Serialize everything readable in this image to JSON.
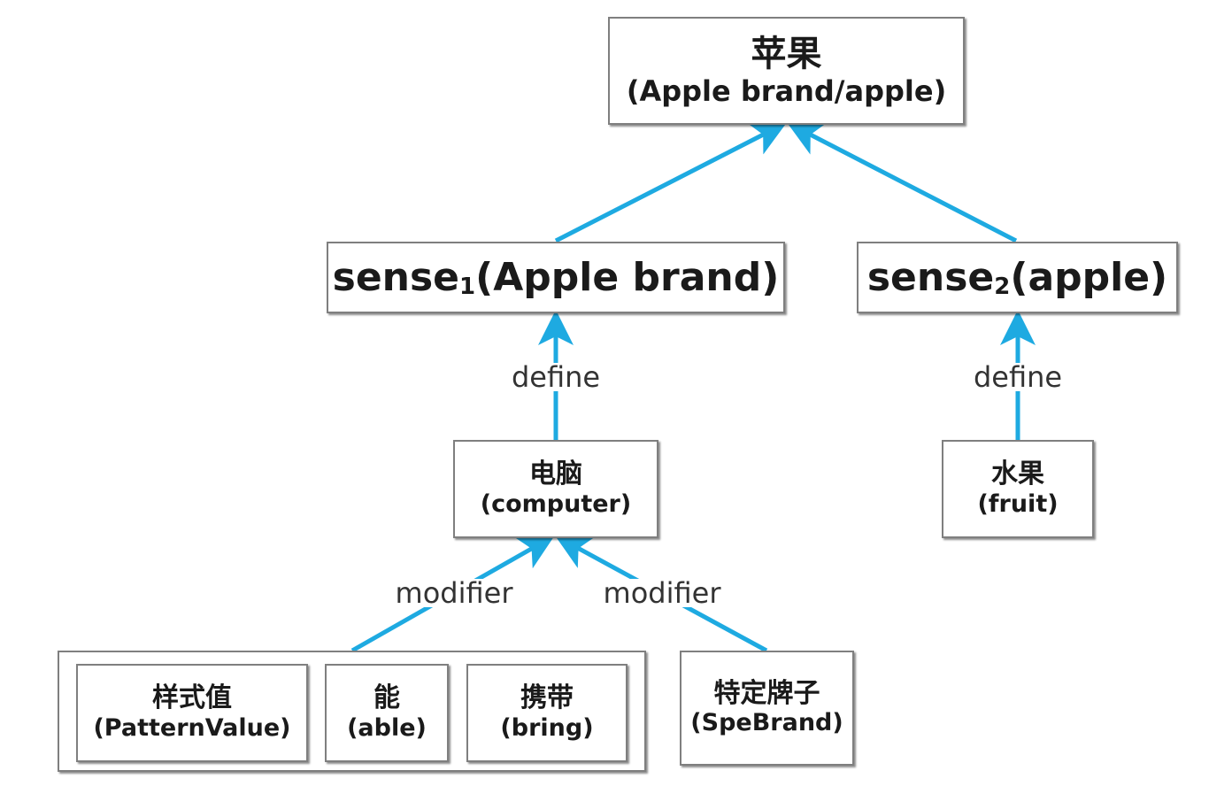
{
  "colors": {
    "arrow": "#1eaae1",
    "border": "#7f7f7f"
  },
  "root": {
    "cn": "苹果",
    "en": "(Apple brand/apple)"
  },
  "sense1": {
    "word": "sense",
    "sub": "1",
    "rest": "(Apple brand)"
  },
  "sense2": {
    "word": "sense",
    "sub": "2",
    "rest": "(apple)"
  },
  "computer": {
    "cn": "电脑",
    "en": "(computer)"
  },
  "fruit": {
    "cn": "水果",
    "en": "(fruit)"
  },
  "pattern": {
    "cn": "样式值",
    "en": "(PatternValue)"
  },
  "able": {
    "cn": "能",
    "en": "(able)"
  },
  "bring": {
    "cn": "携带",
    "en": "(bring)"
  },
  "spebrand": {
    "cn": "特定牌子",
    "en": "(SpeBrand)"
  },
  "edges": {
    "define1": "define",
    "define2": "define",
    "modifier1": "modifier",
    "modifier2": "modifier"
  }
}
